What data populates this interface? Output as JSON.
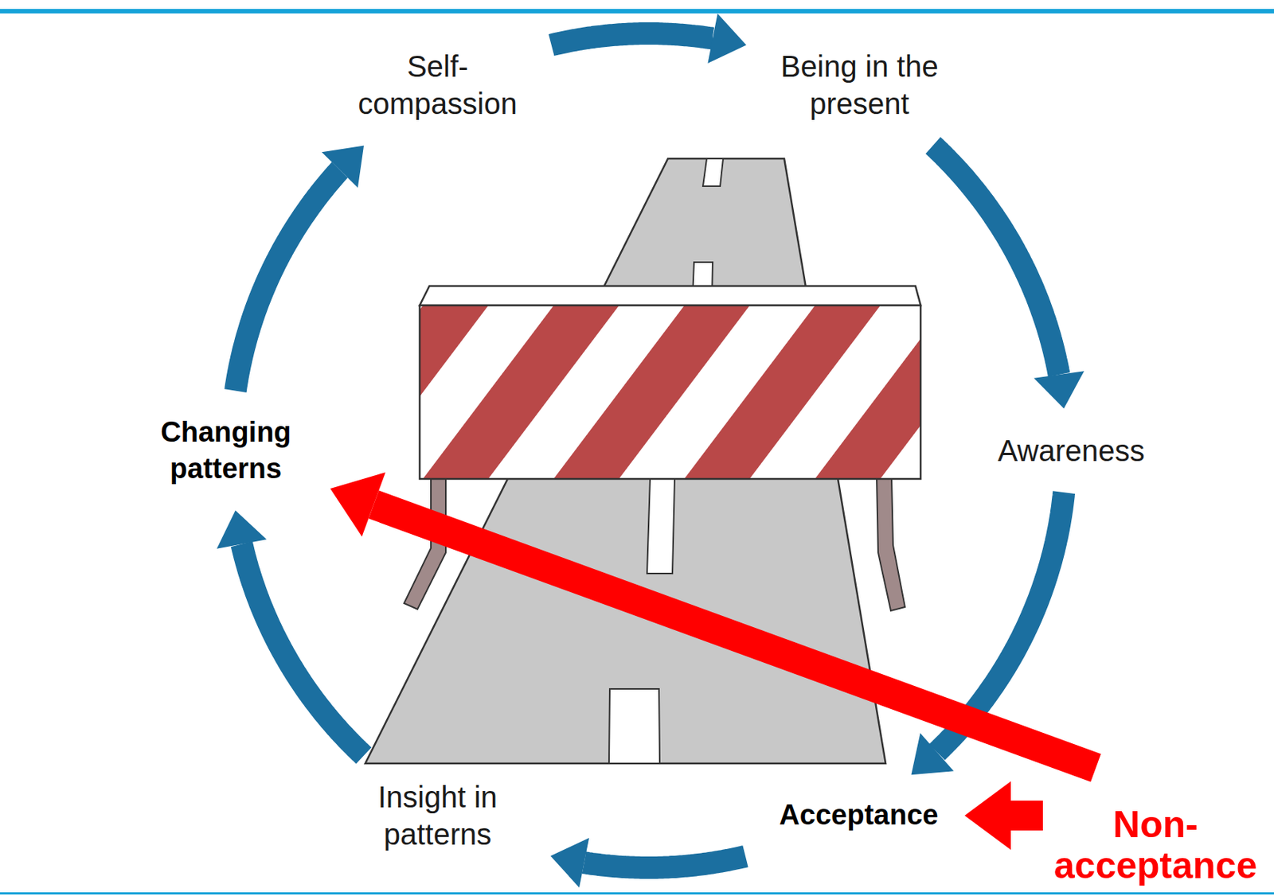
{
  "diagram": {
    "nodes": [
      {
        "text": [
          "Self- compassion"
        ]
      },
      {
        "text": [
          "Being in the present"
        ]
      },
      {
        "text": [
          "Awareness"
        ]
      },
      {
        "text": [
          "Acceptance"
        ]
      },
      {
        "text": [
          "Insight in patterns"
        ]
      },
      {
        "text": [
          "Changing patterns"
        ]
      },
      {
        "text": [
          "Non- acceptance"
        ]
      }
    ],
    "edges": [
      {
        "from": 0,
        "to": 1,
        "arrow": "to"
      },
      {
        "from": 1,
        "to": 2,
        "arrow": "to"
      },
      {
        "from": 2,
        "to": 3,
        "arrow": "to"
      },
      {
        "from": 3,
        "to": 4,
        "arrow": "to"
      },
      {
        "from": 4,
        "to": 5,
        "arrow": "to"
      },
      {
        "from": 5,
        "to": 0,
        "arrow": "to"
      },
      {
        "from": 6,
        "to": 3,
        "arrow": "to"
      },
      {
        "from": 6,
        "to": 5,
        "arrow": "to"
      }
    ]
  }
}
